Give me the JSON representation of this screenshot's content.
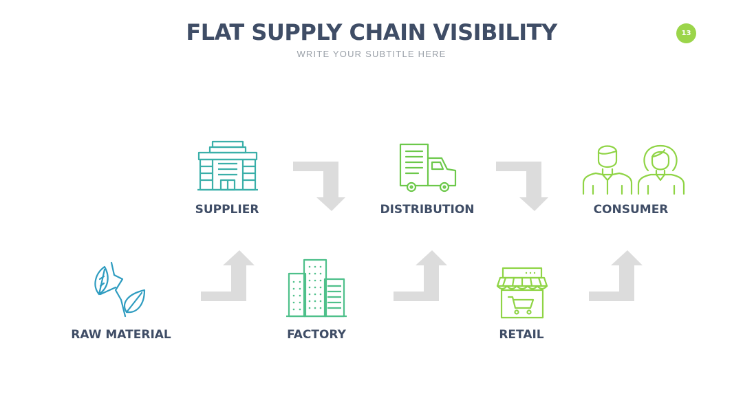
{
  "header": {
    "title": "FLAT SUPPLY CHAIN VISIBILITY",
    "subtitle": "WRITE YOUR SUBTITLE HERE",
    "page_number": "13"
  },
  "colors": {
    "title": "#3f4d66",
    "badge": "#9bd54a",
    "arrow": "#dcdcdc",
    "blue": "#2e9cc0",
    "teal": "#3aafa9",
    "mint": "#4ec08a",
    "green": "#6cc84a",
    "lime": "#8fd445"
  },
  "stages": [
    {
      "label": "RAW MATERIAL",
      "icon": "leaves-icon"
    },
    {
      "label": "SUPPLIER",
      "icon": "office-building-icon"
    },
    {
      "label": "FACTORY",
      "icon": "factory-buildings-icon"
    },
    {
      "label": "DISTRIBUTION",
      "icon": "delivery-truck-icon"
    },
    {
      "label": "RETAIL",
      "icon": "shop-cart-icon"
    },
    {
      "label": "CONSUMER",
      "icon": "people-icon"
    }
  ]
}
